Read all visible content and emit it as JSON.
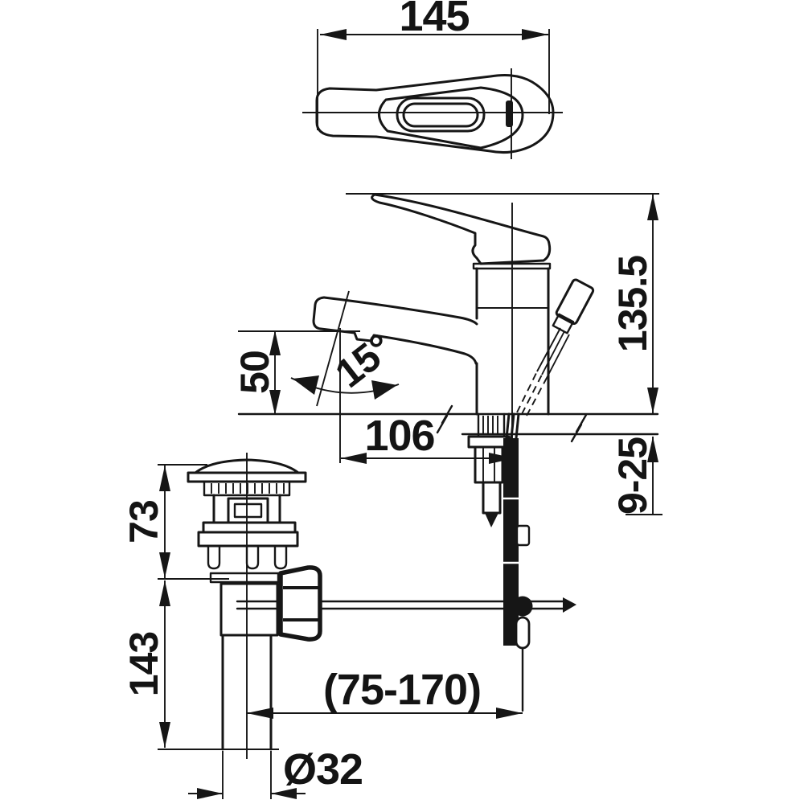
{
  "page": {
    "background": "#ffffff",
    "line_color": "#161616"
  },
  "drawing": {
    "dimensions": {
      "handle_length": "145",
      "spout_height": "50",
      "spout_angle": "15°",
      "spout_reach": "106",
      "overall_height": "135.5",
      "deck_thickness_range": "9-25",
      "drain_upper_height": "73",
      "drain_lower_height": "143",
      "rod_adjust_range": "(75-170)",
      "tailpipe_diameter": "Ø32"
    }
  }
}
